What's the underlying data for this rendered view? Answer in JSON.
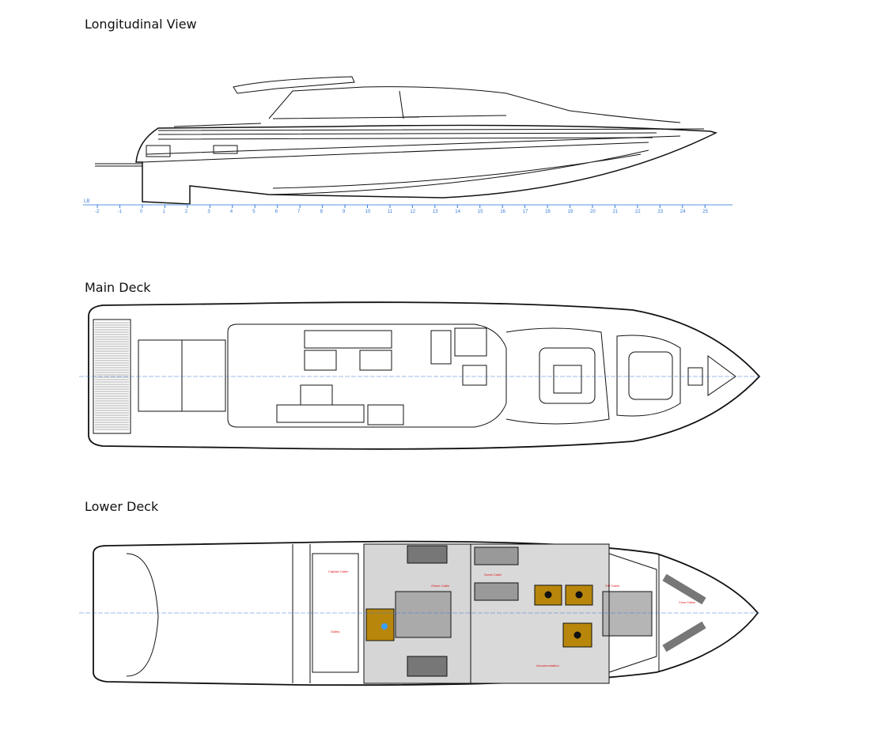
{
  "sections": {
    "longitudinal": "Longitudinal View",
    "main_deck": "Main Deck",
    "lower_deck": "Lower Deck"
  },
  "ruler": {
    "label": "LB",
    "ticks": [
      -2,
      -1,
      0,
      1,
      2,
      3,
      4,
      5,
      6,
      7,
      8,
      9,
      10,
      11,
      12,
      13,
      14,
      15,
      16,
      17,
      18,
      19,
      20,
      21,
      22,
      23,
      24,
      25
    ],
    "color": "#3a7bd5"
  },
  "lower_deck_labels": {
    "captain": "Captain Cabin",
    "galley": "Galley",
    "owner": "Owner Cabin",
    "guest": "Guest Cabin",
    "vip": "VIP Cabin",
    "crew": "Crew Cabin",
    "accommodation": "Accommodation"
  },
  "colors": {
    "wood": "#b8860b",
    "floor": "#cfcfcf",
    "water": "#3aa0ff"
  }
}
